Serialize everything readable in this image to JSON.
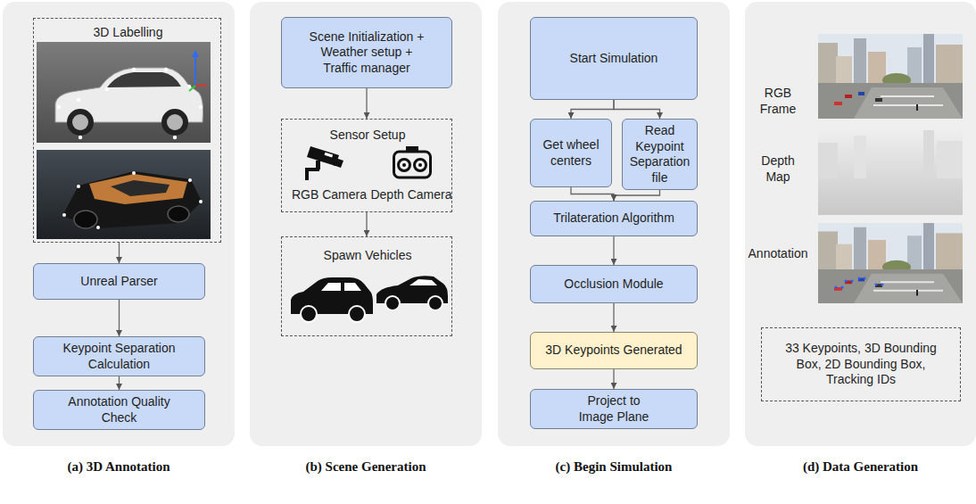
{
  "diagram": {
    "nodes": [
      {
        "text": [
          "(a) 3D Annotation"
        ]
      },
      {
        "text": [
          "3D Labelling"
        ],
        "in": 0
      },
      {
        "text": [
          "Unreal Parser"
        ],
        "in": 0
      },
      {
        "text": [
          "Keypoint Separation Calculation"
        ],
        "in": 0
      },
      {
        "text": [
          "Annotation Quality Check"
        ],
        "in": 0
      },
      {
        "text": [
          "(b) Scene Generation"
        ]
      },
      {
        "text": [
          "Scene Initialization + Weather setup + Traffic manager"
        ],
        "in": 5
      },
      {
        "text": [
          "Sensor Setup",
          "RGB Camera",
          "Depth Camera"
        ],
        "in": 5
      },
      {
        "text": [
          "Spawn Vehicles"
        ],
        "in": 5
      },
      {
        "text": [
          "(c) Begin Simulation"
        ]
      },
      {
        "text": [
          "Start Simulation"
        ],
        "in": 9
      },
      {
        "text": [
          "Get wheel centers"
        ],
        "in": 9
      },
      {
        "text": [
          "Read Keypoint Separation file"
        ],
        "in": 9
      },
      {
        "text": [
          "Trilateration Algorithm"
        ],
        "in": 9
      },
      {
        "text": [
          "Occlusion Module"
        ],
        "in": 9
      },
      {
        "text": [
          "3D Keypoints Generated"
        ],
        "in": 9
      },
      {
        "text": [
          "Project to Image Plane"
        ],
        "in": 9
      },
      {
        "text": [
          "(d) Data Generation",
          "RGB Frame",
          "Depth Map",
          "Annotation"
        ]
      },
      {
        "text": [
          "33 Keypoints, 3D Bounding Box, 2D Bounding Box, Tracking IDs"
        ],
        "in": 17
      }
    ],
    "edges": [
      {
        "from": 1,
        "to": 2,
        "arrow": "to"
      },
      {
        "from": 2,
        "to": 3,
        "arrow": "to"
      },
      {
        "from": 3,
        "to": 4,
        "arrow": "to"
      },
      {
        "from": 6,
        "to": 7,
        "arrow": "to"
      },
      {
        "from": 7,
        "to": 8,
        "arrow": "to"
      },
      {
        "from": 10,
        "to": 11,
        "arrow": "to"
      },
      {
        "from": 10,
        "to": 12,
        "arrow": "to"
      },
      {
        "from": 11,
        "to": 13,
        "arrow": "to"
      },
      {
        "from": 12,
        "to": 13,
        "arrow": "to"
      },
      {
        "from": 13,
        "to": 14,
        "arrow": "to"
      },
      {
        "from": 14,
        "to": 15,
        "arrow": "to"
      },
      {
        "from": 15,
        "to": 16,
        "arrow": "to"
      }
    ]
  }
}
